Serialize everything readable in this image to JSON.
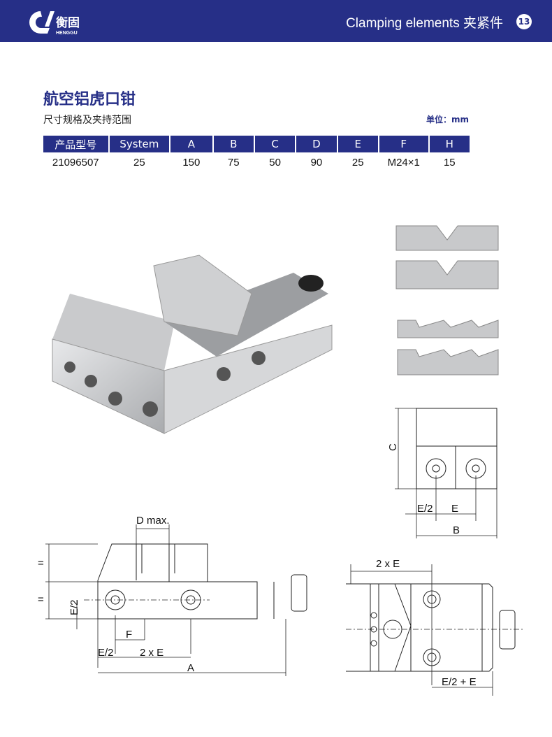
{
  "header": {
    "brand_cn": "衡固",
    "brand_en": "HENGGU",
    "section": "Clamping elements 夹紧件",
    "page_number": "13"
  },
  "product": {
    "title": "航空铝虎口钳",
    "subtitle": "尺寸规格及夹持范围",
    "unit": "单位：mm"
  },
  "table": {
    "headers": [
      "产品型号",
      "System",
      "A",
      "B",
      "C",
      "D",
      "E",
      "F",
      "H"
    ],
    "rows": [
      [
        "21096507",
        "25",
        "150",
        "75",
        "50",
        "90",
        "25",
        "M24×1",
        "15"
      ]
    ]
  },
  "drawings": {
    "side": {
      "d_max": "D max.",
      "h1": "=",
      "h2": "=",
      "e_half_v": "E/2",
      "f": "F",
      "e_half": "E/2",
      "two_e": "2 x E",
      "a": "A"
    },
    "front": {
      "c": "C",
      "e_half": "E/2",
      "e": "E",
      "b": "B"
    },
    "top": {
      "two_e": "2 x E",
      "e_half_plus_e": "E/2 + E"
    }
  }
}
